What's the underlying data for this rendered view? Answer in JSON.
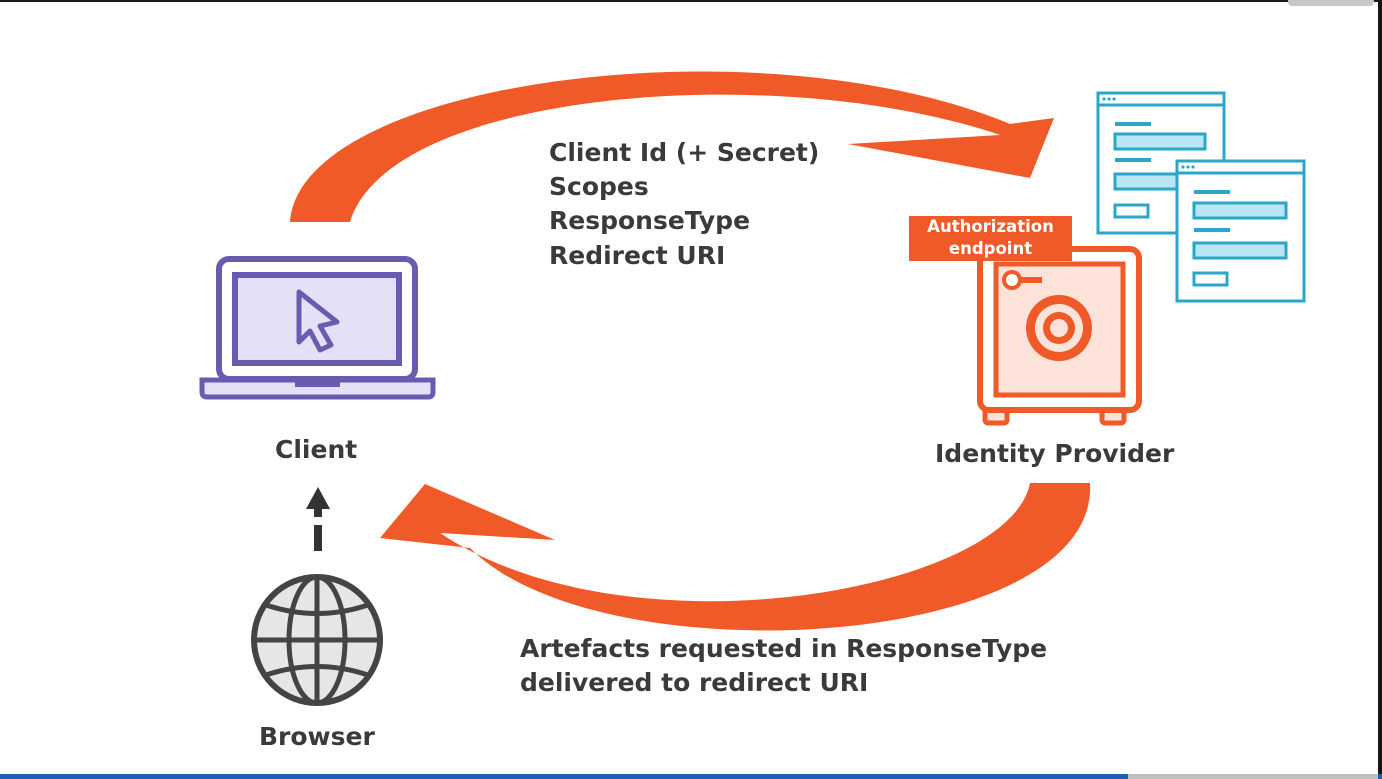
{
  "diagram": {
    "client_label": "Client",
    "browser_label": "Browser",
    "idp_label": "Identity Provider",
    "auth_endpoint_label": [
      "Authorization",
      "endpoint"
    ],
    "request_params": [
      "Client Id (+ Secret)",
      "Scopes",
      "ResponseType",
      "Redirect URI"
    ],
    "response_text": [
      "Artefacts requested in ResponseType",
      "delivered to redirect URI"
    ]
  },
  "colors": {
    "accent_orange": "#f05a28",
    "client_purple": "#6b5bb0",
    "client_fill": "#e4e0f5",
    "window_cyan": "#2aa6c8",
    "window_fill": "#b9e6f2",
    "text_dark": "#3a3a3a",
    "globe_gray": "#444444"
  },
  "icons": {
    "client": "laptop-icon",
    "browser": "globe-icon",
    "idp": "safe-icon",
    "windows": "browser-window-icon",
    "arrow_up": "dashed-up-arrow-icon"
  }
}
